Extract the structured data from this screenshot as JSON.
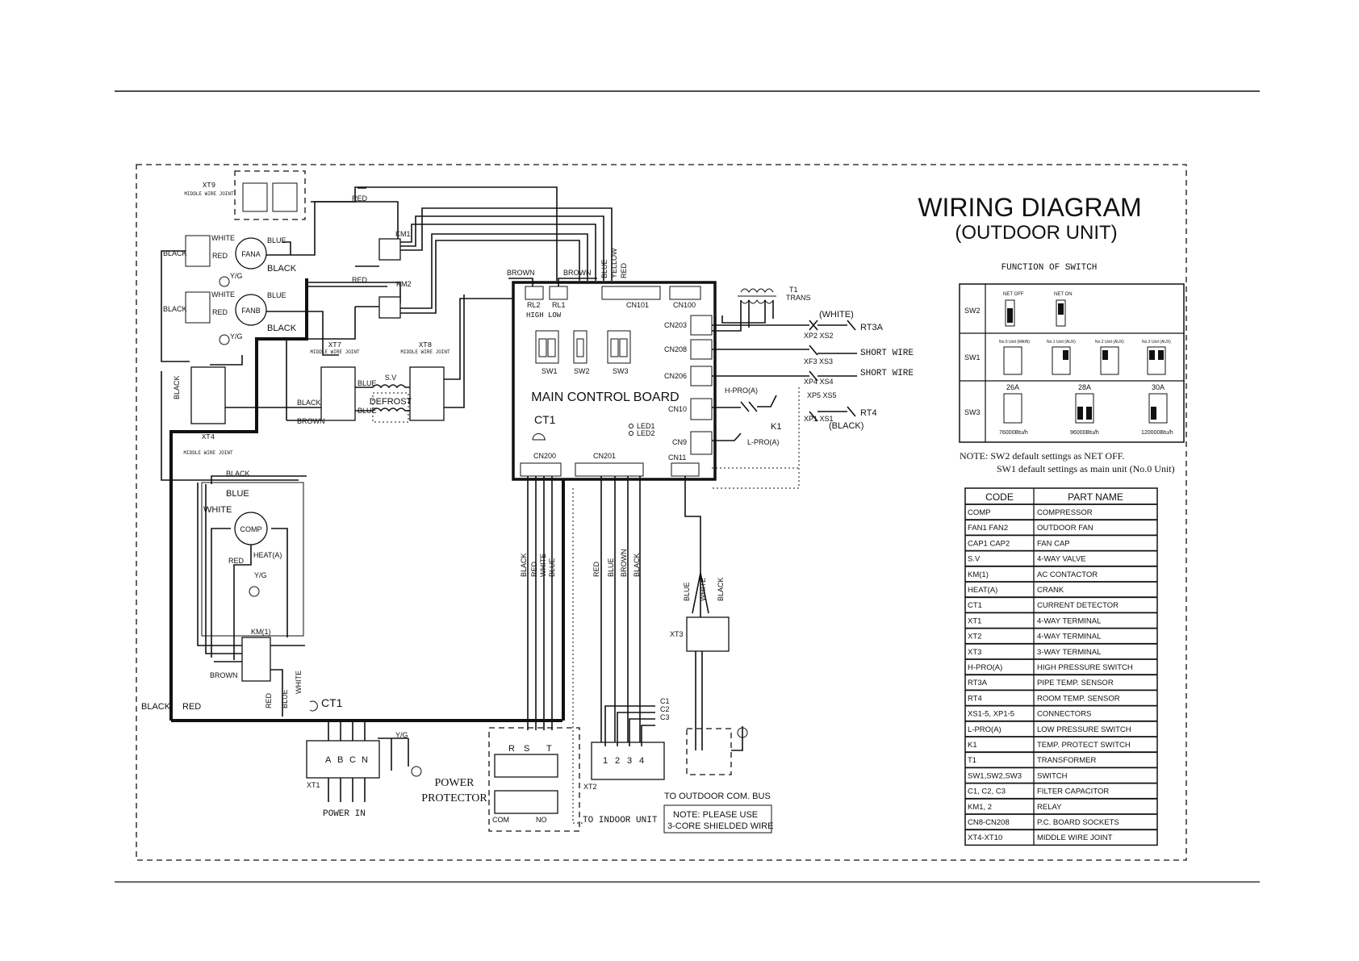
{
  "title": "WIRING DIAGRAM",
  "subtitle": "(OUTDOOR UNIT)",
  "switch_function": {
    "title": "FUNCTION OF SWITCH",
    "rows": [
      {
        "label": "SW2",
        "options": [
          "NET OFF",
          "NET ON"
        ]
      },
      {
        "label": "SW1",
        "options": [
          "No.0 Unit (MAIN)",
          "No.1 Unit (AUX)",
          "No.2 Unit (AUX)",
          "No.3 Unit (AUX)"
        ]
      },
      {
        "label": "SW3",
        "top": [
          "26A",
          "28A",
          "30A"
        ],
        "bottom": [
          "76000Btu/h",
          "96000Btu/h",
          "120000Btu/h"
        ]
      }
    ]
  },
  "note": {
    "line1": "NOTE: SW2 default settings as NET OFF.",
    "line2": "SW1 default settings as main unit (No.0 Unit)"
  },
  "parts_table": {
    "headers": [
      "CODE",
      "PART NAME"
    ],
    "rows": [
      [
        "COMP",
        "COMPRESSOR"
      ],
      [
        "FAN1 FAN2",
        "OUTDOOR FAN"
      ],
      [
        "CAP1 CAP2",
        "FAN CAP"
      ],
      [
        "S.V",
        "4-WAY VALVE"
      ],
      [
        "KM(1)",
        "AC CONTACTOR"
      ],
      [
        "HEAT(A)",
        "CRANK"
      ],
      [
        "CT1",
        "CURRENT DETECTOR"
      ],
      [
        "XT1",
        "4-WAY TERMINAL"
      ],
      [
        "XT2",
        "4-WAY TERMINAL"
      ],
      [
        "XT3",
        "3-WAY TERMINAL"
      ],
      [
        "H-PRO(A)",
        "HIGH PRESSURE SWITCH"
      ],
      [
        "RT3A",
        "PIPE TEMP. SENSOR"
      ],
      [
        "RT4",
        "ROOM TEMP. SENSOR"
      ],
      [
        "XS1-5, XP1-5",
        "CONNECTORS"
      ],
      [
        "L-PRO(A)",
        "LOW PRESSURE SWITCH"
      ],
      [
        "K1",
        "TEMP. PROTECT SWITCH"
      ],
      [
        "T1",
        "TRANSFORMER"
      ],
      [
        "SW1,SW2,SW3",
        "SWITCH"
      ],
      [
        "C1, C2, C3",
        "FILTER CAPACITOR"
      ],
      [
        "KM1, 2",
        "RELAY"
      ],
      [
        "CN8-CN208",
        "P.C. BOARD SOCKETS"
      ],
      [
        "XT4-XT10",
        "MIDDLE WIRE JOINT"
      ]
    ]
  },
  "board": {
    "title": "MAIN CONTROL BOARD",
    "ct": "CT1",
    "relays": [
      "RL2",
      "RL1"
    ],
    "high_low": "HIGH LOW",
    "sockets_top": [
      "CN101",
      "CN100"
    ],
    "sockets_right": [
      "CN203",
      "CN208",
      "CN206",
      "CN10",
      "CN9",
      "CN11"
    ],
    "sockets_bottom": [
      "CN200",
      "CN201"
    ],
    "switches": [
      "SW1",
      "SW2",
      "SW3"
    ],
    "leds": [
      "LED1",
      "LED2"
    ]
  },
  "labels": {
    "xt9": "XT9",
    "xt9_sub": "MIDDLE WIRE JOINT",
    "fana": "FANA",
    "fanb": "FANB",
    "km1": "KM1",
    "km2": "KM2",
    "xt7": "XT7",
    "xt8": "XT8",
    "xt4": "XT4",
    "xt_sub": "MIDDLE WIRE JOINT",
    "sv": "S.V",
    "defrost": "DEFROST",
    "comp": "COMP",
    "heat": "HEAT(A)",
    "km_1": "KM(1)",
    "ct1": "CT1",
    "t1": "T1",
    "trans": "TRANS",
    "white_paren": "(WHITE)",
    "black_paren": "(BLACK)",
    "rt3a": "RT3A",
    "rt4": "RT4",
    "short_wire": "SHORT WIRE",
    "hpro": "H-PRO(A)",
    "lpro": "L-PRO(A)",
    "k1": "K1",
    "xp2xs2": "XP2 XS2",
    "xp3xs3": "XF3 XS3",
    "xp4xs4": "XP4 XS4",
    "xp5xs5": "XP5 XS5",
    "xp1xs1": "XP1 XS1",
    "xt1": "XT1",
    "xt2": "XT2",
    "xt3": "XT3",
    "power_in": "POWER IN",
    "power_protector_1": "POWER",
    "power_protector_2": "PROTECTOR",
    "to_indoor": "TO INDOOR UNIT",
    "to_outdoor": "TO OUTDOOR COM. BUS",
    "shield_note_1": "NOTE: PLEASE USE",
    "shield_note_2": "3-CORE SHIELDED WIRE",
    "yg": "Y/G",
    "c1": "C1",
    "c2": "C2",
    "c3": "C3",
    "com": "COM",
    "no": "NO",
    "abcn": [
      "A",
      "B",
      "C",
      "N"
    ],
    "rst": [
      "R",
      "S",
      "T"
    ],
    "xt2_terms": [
      "1",
      "2",
      "3",
      "4"
    ]
  },
  "wire_colors": {
    "red": "RED",
    "blue": "BLUE",
    "black": "BLACK",
    "white": "WHITE",
    "brown": "BROWN",
    "yellow": "YELLOW"
  }
}
